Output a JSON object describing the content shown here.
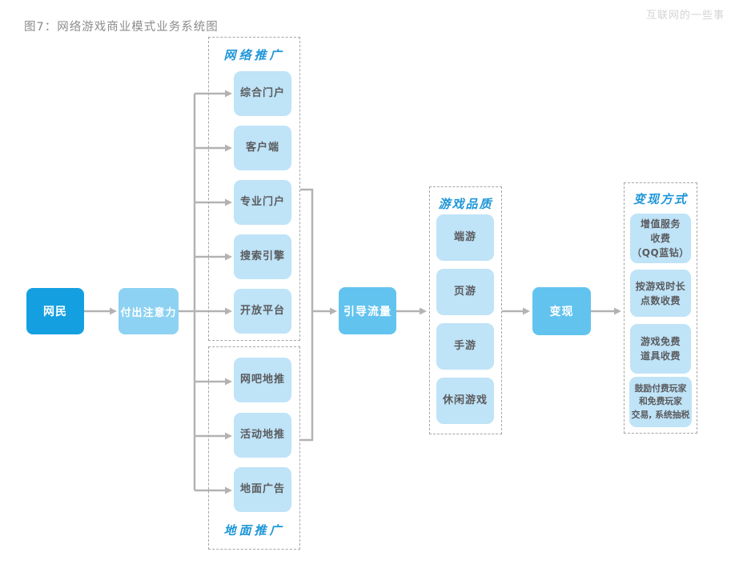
{
  "page": {
    "title": "图7：网络游戏商业模式业务系统图",
    "watermark": "互联网的一些事"
  },
  "flow": {
    "netizen": "网民",
    "attention": "付出注意力",
    "lead_traffic": "引导流量",
    "monetize": "变现"
  },
  "groups": {
    "online_promo": {
      "label": "网络推广",
      "items": [
        "综合门户",
        "客户端",
        "专业门户",
        "搜索引擎",
        "开放平台"
      ]
    },
    "ground_promo": {
      "label": "地面推广",
      "items": [
        "网吧地推",
        "活动地推",
        "地面广告"
      ]
    },
    "game_quality": {
      "label": "游戏品质",
      "items": [
        "端游",
        "页游",
        "手游",
        "休闲游戏"
      ]
    },
    "monetize_methods": {
      "label": "变现方式",
      "items": [
        {
          "lines": [
            "增值服务",
            "收费",
            "（QQ蓝钻）"
          ]
        },
        {
          "lines": [
            "按游戏时长",
            "点数收费"
          ]
        },
        {
          "lines": [
            "游戏免费",
            "道具收费"
          ]
        },
        {
          "lines": [
            "鼓励付费玩家",
            "和免费玩家",
            "交易, 系统抽税"
          ]
        }
      ]
    }
  },
  "colors": {
    "primary_node": "#149fe0",
    "attention_node": "#8dd2f2",
    "flow_node": "#63c3ef",
    "item_node": "#bfe3f7",
    "group_label": "#1e96d8",
    "connector": "#b3b3b3",
    "item_text": "#5a5b5e",
    "title_text": "#8c8c8c",
    "watermark_text": "#d4d4d4"
  }
}
